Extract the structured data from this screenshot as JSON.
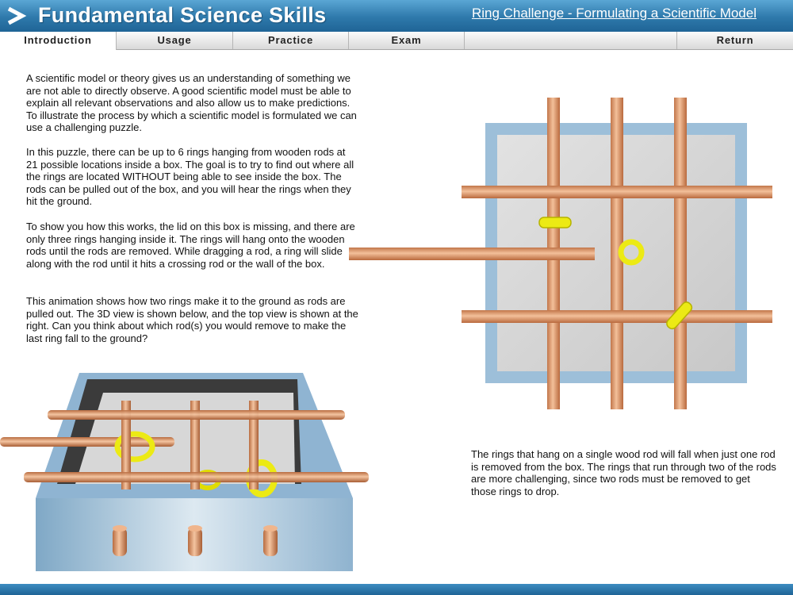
{
  "header": {
    "title": "Fundamental Science Skills",
    "lesson_title": "Ring Challenge - Formulating a Scientific Model",
    "logo_icon": "chevron-right-icon"
  },
  "tabs": [
    {
      "label": "Introduction",
      "active": true
    },
    {
      "label": "Usage",
      "active": false
    },
    {
      "label": "Practice",
      "active": false
    },
    {
      "label": "Exam",
      "active": false
    },
    {
      "label": "Return",
      "active": false
    }
  ],
  "content": {
    "paragraphs": [
      "A scientific model or theory gives us an understanding of something we are not able to directly observe. A good scientific model must be able to explain all relevant observations and also allow us to make predictions. To illustrate the process by which a scientific model is formulated we can use a challenging puzzle.",
      "In this puzzle, there can be up to 6 rings hanging from wooden rods at 21 possible locations inside a box. The goal is to try to find out where all the rings are located WITHOUT being able to see inside the box. The rods can be pulled out of the box, and you will hear the rings when they hit the ground.",
      "To show you how this works, the lid on this box is missing, and there are only three rings hanging inside it. The rings will hang onto the wooden rods until the rods are removed. While dragging a rod, a ring will slide along with the rod until it hits a crossing rod or the wall of the box.",
      "This animation shows how two rings make it to the ground as rods are pulled out. The 3D view is shown below, and the top view is shown at the right. Can you think about which rod(s) you would remove to make the last ring fall to the ground?"
    ],
    "side_text": "The rings that hang on a single wood rod will fall when just one rod is removed from the box. The rings that run through two of the rods are more challenging, since two rods must be removed to get those rings to drop."
  },
  "colors": {
    "header_blue": "#2e79ab",
    "rod": "#e8a678",
    "ring": "#e6e200",
    "box_frame": "#9dbfd9"
  }
}
